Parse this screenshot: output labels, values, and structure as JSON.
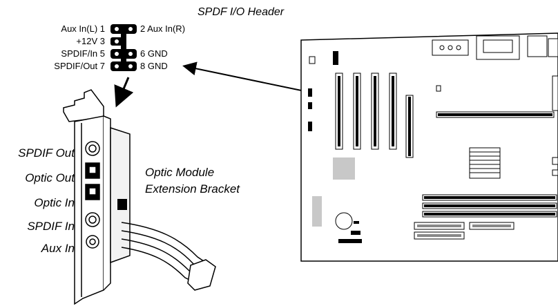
{
  "header": {
    "title": "SPDF I/O Header",
    "pins_left": [
      "Aux In(L) 1",
      "+12V 3",
      "SPDIF/In 5",
      "SPDIF/Out 7"
    ],
    "pins_right": [
      "2 Aux In(R)",
      "6 GND",
      "8 GND"
    ]
  },
  "bracket": {
    "title_line1": "Optic Module",
    "title_line2": "Extension Bracket",
    "ports": [
      "SPDIF Out",
      "Optic Out",
      "Optic In",
      "SPDIF In",
      "Aux In"
    ]
  }
}
